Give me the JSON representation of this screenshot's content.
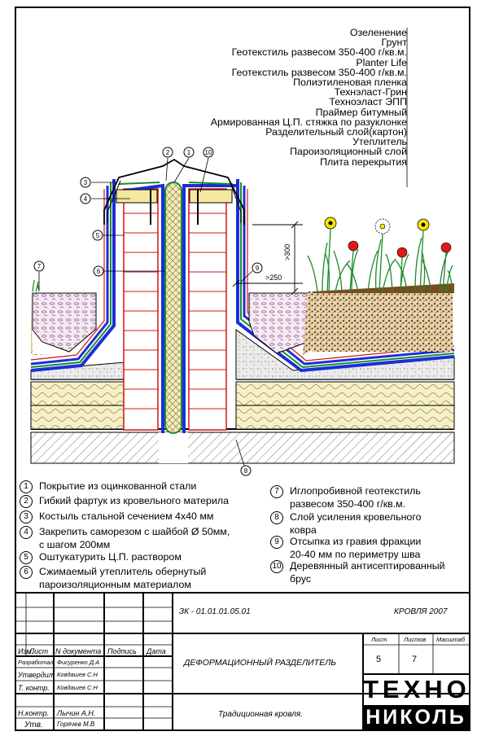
{
  "layers": [
    "Озеленение",
    "Грунт",
    "Геотекстиль развесом 350-400 г/кв.м.",
    "Planter Life",
    "Геотекстиль развесом 350-400 г/кв.м.",
    "Полиэтиленовая пленка",
    "Технэласт-Грин",
    "Техноэласт ЭПП",
    "Праймер битумный",
    "Армированная Ц.П. стяжка по разуклонке",
    "Разделительный слой(картон)",
    "Утеплитель",
    "Пароизоляционный слой",
    "Плита перекрытия"
  ],
  "dimensions": {
    "height": ">300",
    "width": ">250"
  },
  "callouts": [
    "1",
    "2",
    "3",
    "4",
    "5",
    "6",
    "7",
    "8",
    "9",
    "10"
  ],
  "legend": [
    {
      "n": "1",
      "text": [
        "Покрытие из оцинкованной стали"
      ]
    },
    {
      "n": "2",
      "text": [
        "Гибкий фартук из кровельного материла"
      ]
    },
    {
      "n": "3",
      "text": [
        "Костыль стальной сечением 4х40 мм"
      ]
    },
    {
      "n": "4",
      "text": [
        "Закрепить саморезом с шайбой Ø 50мм,",
        "с шагом 200мм"
      ]
    },
    {
      "n": "5",
      "text": [
        "Оштукатурить Ц.П. раствором"
      ]
    },
    {
      "n": "6",
      "text": [
        "Сжимаемый утеплитель обернутый",
        "пароизоляционным материалом"
      ]
    },
    {
      "n": "7",
      "text": [
        "Иглопробивной геотекстиль",
        "развесом 350-400 г/кв.м."
      ]
    },
    {
      "n": "8",
      "text": [
        "Слой усиления кровельного",
        "ковра"
      ]
    },
    {
      "n": "9",
      "text": [
        "Отсыпка из гравия фракции",
        "20-40 мм по периметру шва"
      ]
    },
    {
      "n": "10",
      "text": [
        "Деревянный антисептированный",
        "брус"
      ]
    }
  ],
  "title_block": {
    "code": "ЗК - 01.01.01.05.01",
    "section": "КРОВЛЯ 2007",
    "drawing_title": "ДЕФОРМАЦИОННЫЙ РАЗДЕЛИТЕЛЬ",
    "subtitle": "Традиционная кровля.",
    "sheet_label": "Лист",
    "sheets_label": "Листов",
    "scale_label": "Масштаб",
    "sheet": "5",
    "sheets": "7",
    "col_headers": [
      "Изм.",
      "Лист",
      "N документа",
      "Подпись",
      "Дата"
    ],
    "staff": [
      {
        "role": "Разработал",
        "name": "Фисуренко Д.А"
      },
      {
        "role": "Утвердил",
        "name": "Ковдашев С.Н"
      },
      {
        "role": "Т. контр.",
        "name": "Ковдашев С.Н"
      },
      {
        "role": "",
        "name": ""
      },
      {
        "role": "Н.контр.",
        "name": "Лычин А.Н."
      },
      {
        "role": "Утв.",
        "name": "Горячев М.В"
      }
    ],
    "logo_top": "ТЕХНО",
    "logo_bottom": "НИКОЛЬ"
  },
  "colors": {
    "membrane_blue": "#1a2fd6",
    "membrane_green": "#1c8a2a",
    "brick_red": "#d41414",
    "insulation_yellow": "#f2eec4",
    "soil_brown": "#8a5a2b"
  }
}
